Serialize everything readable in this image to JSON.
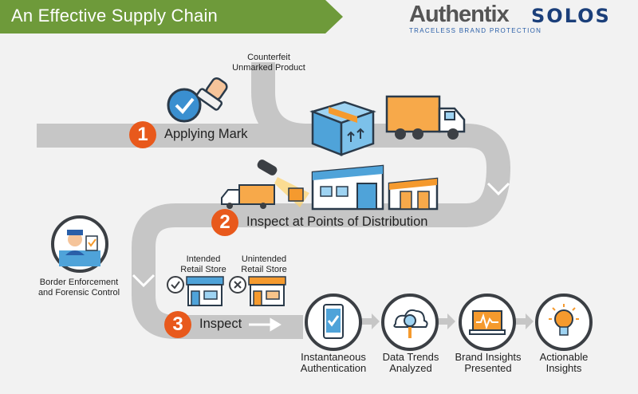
{
  "header": {
    "title": "An Effective Supply Chain",
    "logo_authentix": "Authentix",
    "logo_tagline": "TRACELESS BRAND PROTECTION",
    "logo_solos": "SOLOS"
  },
  "counterfeit": {
    "line1": "Counterfeit",
    "line2": "Unmarked Product"
  },
  "steps": [
    {
      "number": "1",
      "label": "Applying Mark"
    },
    {
      "number": "2",
      "label": "Inspect at Points of Distribution"
    },
    {
      "number": "3",
      "label": "Inspect"
    }
  ],
  "stores": {
    "intended_line1": "Intended",
    "intended_line2": "Retail Store",
    "unintended_line1": "Unintended",
    "unintended_line2": "Retail Store"
  },
  "border": {
    "line1": "Border Enforcement",
    "line2": "and Forensic Control"
  },
  "outcomes": [
    {
      "line1": "Instantaneous",
      "line2": "Authentication",
      "icon": "phone-check-icon"
    },
    {
      "line1": "Data Trends",
      "line2": "Analyzed",
      "icon": "cloud-search-icon"
    },
    {
      "line1": "Brand Insights",
      "line2": "Presented",
      "icon": "laptop-chart-icon"
    },
    {
      "line1": "Actionable",
      "line2": "Insights",
      "icon": "lightbulb-icon"
    }
  ],
  "colors": {
    "green": "#6e9a3a",
    "orange": "#e8591c",
    "road": "#c8c8c8",
    "box": "#4fa3d9"
  }
}
